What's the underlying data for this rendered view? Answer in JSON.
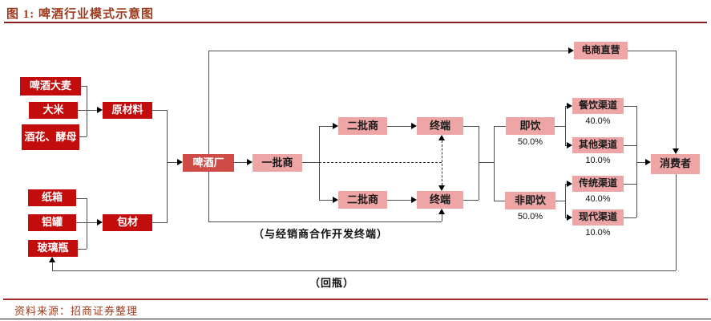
{
  "header": {
    "title": "图 1: 啤酒行业模式示意图"
  },
  "footer": {
    "source": "资料来源：招商证券整理"
  },
  "colors": {
    "input_box": "#C30D0D",
    "brewery_box": "#CF4B47",
    "flow_box": "#EDA5A5",
    "title_text": "#9E3A1C",
    "title_rule": "#8B1F1F",
    "source_rule": "#A52A2A",
    "connector": "#4d4d4d"
  },
  "nodes": {
    "beer_barley": {
      "label": "啤酒大麦"
    },
    "rice": {
      "label": "大米"
    },
    "hops_yeast": {
      "label": "酒花、酵母"
    },
    "raw_materials": {
      "label": "原材料"
    },
    "carton": {
      "label": "纸箱"
    },
    "aluminum_can": {
      "label": "铝罐"
    },
    "glass_bottle": {
      "label": "玻璃瓶"
    },
    "packaging": {
      "label": "包材"
    },
    "brewery": {
      "label": "啤酒厂"
    },
    "tier1_distributor": {
      "label": "一批商"
    },
    "tier2_distributor_top": {
      "label": "二批商"
    },
    "terminal_top": {
      "label": "终端"
    },
    "tier2_distributor_bottom": {
      "label": "二批商"
    },
    "terminal_bottom": {
      "label": "终端"
    },
    "ecommerce_direct": {
      "label": "电商直营"
    },
    "on_premise": {
      "label": "即饮",
      "share": "50.0%"
    },
    "off_premise": {
      "label": "非即饮",
      "share": "50.0%"
    },
    "catering_channel": {
      "label": "餐饮渠道",
      "share": "40.0%"
    },
    "other_channel": {
      "label": "其他渠道",
      "share": "10.0%"
    },
    "traditional_channel": {
      "label": "传统渠道",
      "share": "40.0%"
    },
    "modern_channel": {
      "label": "现代渠道",
      "share": "10.0%"
    },
    "consumer": {
      "label": "消费者"
    }
  },
  "annotations": {
    "coop_note": "（与经销商合作开发终端）",
    "bottle_return_note": "（回瓶）"
  }
}
